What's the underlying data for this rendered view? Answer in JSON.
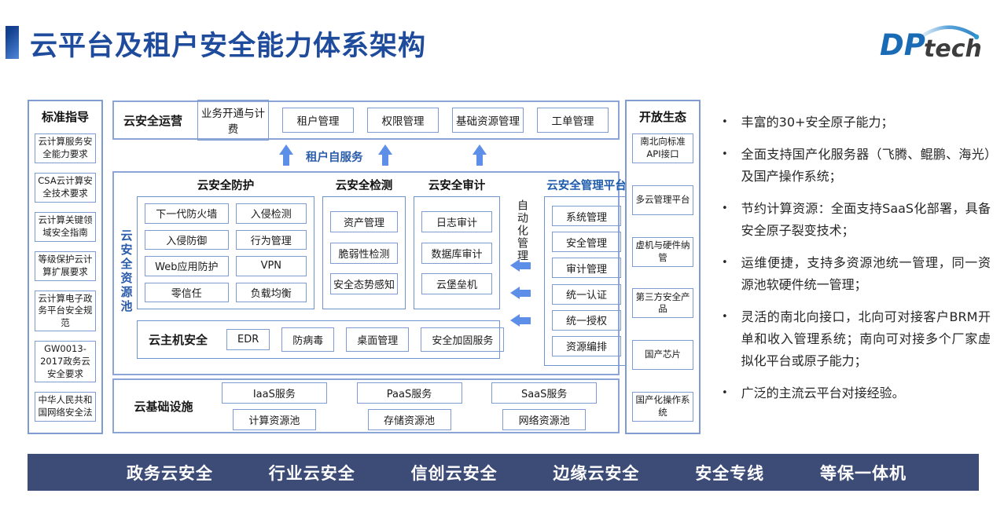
{
  "header": {
    "title": "云平台及租户安全能力体系架构",
    "logo_dp": "DP",
    "logo_tech": "tech"
  },
  "standards": {
    "title": "标准指导",
    "items": [
      "云计算服务安全能力要求",
      "CSA云计算安全技术要求",
      "云计算关键领域安全指南",
      "等级保护云计算扩展要求",
      "云计算电子政务平台安全规范",
      "GW0013-2017政务云安全要求",
      "中华人民共和国网络安全法"
    ]
  },
  "operations": {
    "title": "云安全运营",
    "items": [
      "业务开通与计费",
      "租户管理",
      "权限管理",
      "基础资源管理",
      "工单管理"
    ]
  },
  "self_service_label": "租户自服务",
  "resource_pool": {
    "label": "云安全资源池",
    "protection": {
      "title": "云安全防护",
      "items": [
        "下一代防火墙",
        "入侵检测",
        "入侵防御",
        "行为管理",
        "Web应用防护",
        "VPN",
        "零信任",
        "负载均衡"
      ]
    },
    "detection": {
      "title": "云安全检测",
      "items": [
        "资产管理",
        "脆弱性检测",
        "安全态势感知"
      ]
    },
    "audit": {
      "title": "云安全审计",
      "items": [
        "日志审计",
        "数据库审计",
        "云堡垒机"
      ]
    },
    "automation_label": "自动化管理",
    "management": {
      "title": "云安全管理平台",
      "items": [
        "系统管理",
        "安全管理",
        "审计管理",
        "统一认证",
        "统一授权",
        "资源编排"
      ]
    },
    "host_security": {
      "title": "云主机安全",
      "items": [
        "EDR",
        "防病毒",
        "桌面管理",
        "安全加固服务"
      ]
    }
  },
  "infrastructure": {
    "title": "云基础设施",
    "columns": [
      {
        "service": "IaaS服务",
        "pool": "计算资源池"
      },
      {
        "service": "PaaS服务",
        "pool": "存储资源池"
      },
      {
        "service": "SaaS服务",
        "pool": "网络资源池"
      }
    ]
  },
  "ecosystem": {
    "title": "开放生态",
    "items": [
      "南北向标准API接口",
      "多云管理平台",
      "虚机与硬件纳管",
      "第三方安全产品",
      "国产芯片",
      "国产化操作系统"
    ]
  },
  "features": {
    "bullets": [
      "丰富的30+安全原子能力；",
      "全面支持国产化服务器（飞腾、鲲鹏、海光）及国产操作系统；",
      "节约计算资源：全面支持SaaS化部署，具备安全原子裂变技术；",
      "运维便捷，支持多资源池统一管理，同一资源池软硬件统一管理；",
      "灵活的南北向接口，北向可对接客户BRM开单和收入管理系统；南向可对接多个厂家虚拟化平台或原子能力；",
      "广泛的主流云平台对接经验。"
    ]
  },
  "footer": {
    "items": [
      "政务云安全",
      "行业云安全",
      "信创云安全",
      "边缘云安全",
      "安全专线",
      "等保一体机"
    ]
  },
  "colors": {
    "title_blue": "#1e4b9c",
    "box_border_blue": "#7e9cd2",
    "arrow_blue": "#5d8ee8",
    "management_title_blue": "#1d5cac",
    "footer_navy": "#3d4c77",
    "logo_blue": "#1a6bb5",
    "logo_dark": "#3d3d3d"
  }
}
